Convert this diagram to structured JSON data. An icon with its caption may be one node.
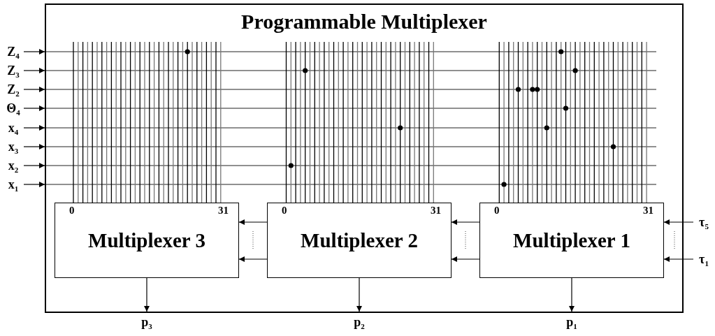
{
  "diagram": {
    "nodes": [
      {
        "text": [
          "Programmable Multiplexer"
        ]
      },
      {
        "text": [
          "0",
          "31",
          "Multiplexer 3"
        ],
        "in": 0
      },
      {
        "text": [
          "0",
          "31",
          "Multiplexer 2"
        ],
        "in": 0
      },
      {
        "text": [
          "0",
          "31",
          "Multiplexer 1"
        ],
        "in": 0
      },
      {
        "text": [
          "Z$_{4}$"
        ]
      },
      {
        "text": [
          "Z$_{3}$"
        ]
      },
      {
        "text": [
          "Z$_{2}$"
        ]
      },
      {
        "text": [
          "Θ$_{4}$"
        ]
      },
      {
        "text": [
          "x$_{4}$"
        ]
      },
      {
        "text": [
          "x$_{3}$"
        ]
      },
      {
        "text": [
          "x$_{2}$"
        ]
      },
      {
        "text": [
          "x$_{1}$"
        ]
      },
      {
        "text": [
          "τ$_{5}$"
        ]
      },
      {
        "text": [
          "τ$_{1}$"
        ]
      },
      {
        "text": [
          "p$_{3}$"
        ]
      },
      {
        "text": [
          "p$_{2}$"
        ]
      },
      {
        "text": [
          "p$_{1}$"
        ]
      }
    ],
    "edges": [
      {
        "from": 4,
        "to": 0,
        "arrow": "to"
      },
      {
        "from": 5,
        "to": 0,
        "arrow": "to"
      },
      {
        "from": 6,
        "to": 0,
        "arrow": "to"
      },
      {
        "from": 7,
        "to": 0,
        "arrow": "to"
      },
      {
        "from": 8,
        "to": 0,
        "arrow": "to"
      },
      {
        "from": 9,
        "to": 0,
        "arrow": "to"
      },
      {
        "from": 10,
        "to": 0,
        "arrow": "to"
      },
      {
        "from": 11,
        "to": 0,
        "arrow": "to"
      },
      {
        "from": 2,
        "to": 1,
        "arrow": "to"
      },
      {
        "from": 2,
        "to": 1,
        "arrow": "to"
      },
      {
        "from": 3,
        "to": 2,
        "arrow": "to"
      },
      {
        "from": 3,
        "to": 2,
        "arrow": "to"
      },
      {
        "from": 12,
        "to": 3,
        "arrow": "to"
      },
      {
        "from": 13,
        "to": 3,
        "arrow": "to"
      },
      {
        "from": 1,
        "to": 14,
        "arrow": "to"
      },
      {
        "from": 2,
        "to": 15,
        "arrow": "to"
      },
      {
        "from": 3,
        "to": 16,
        "arrow": "to"
      }
    ]
  }
}
